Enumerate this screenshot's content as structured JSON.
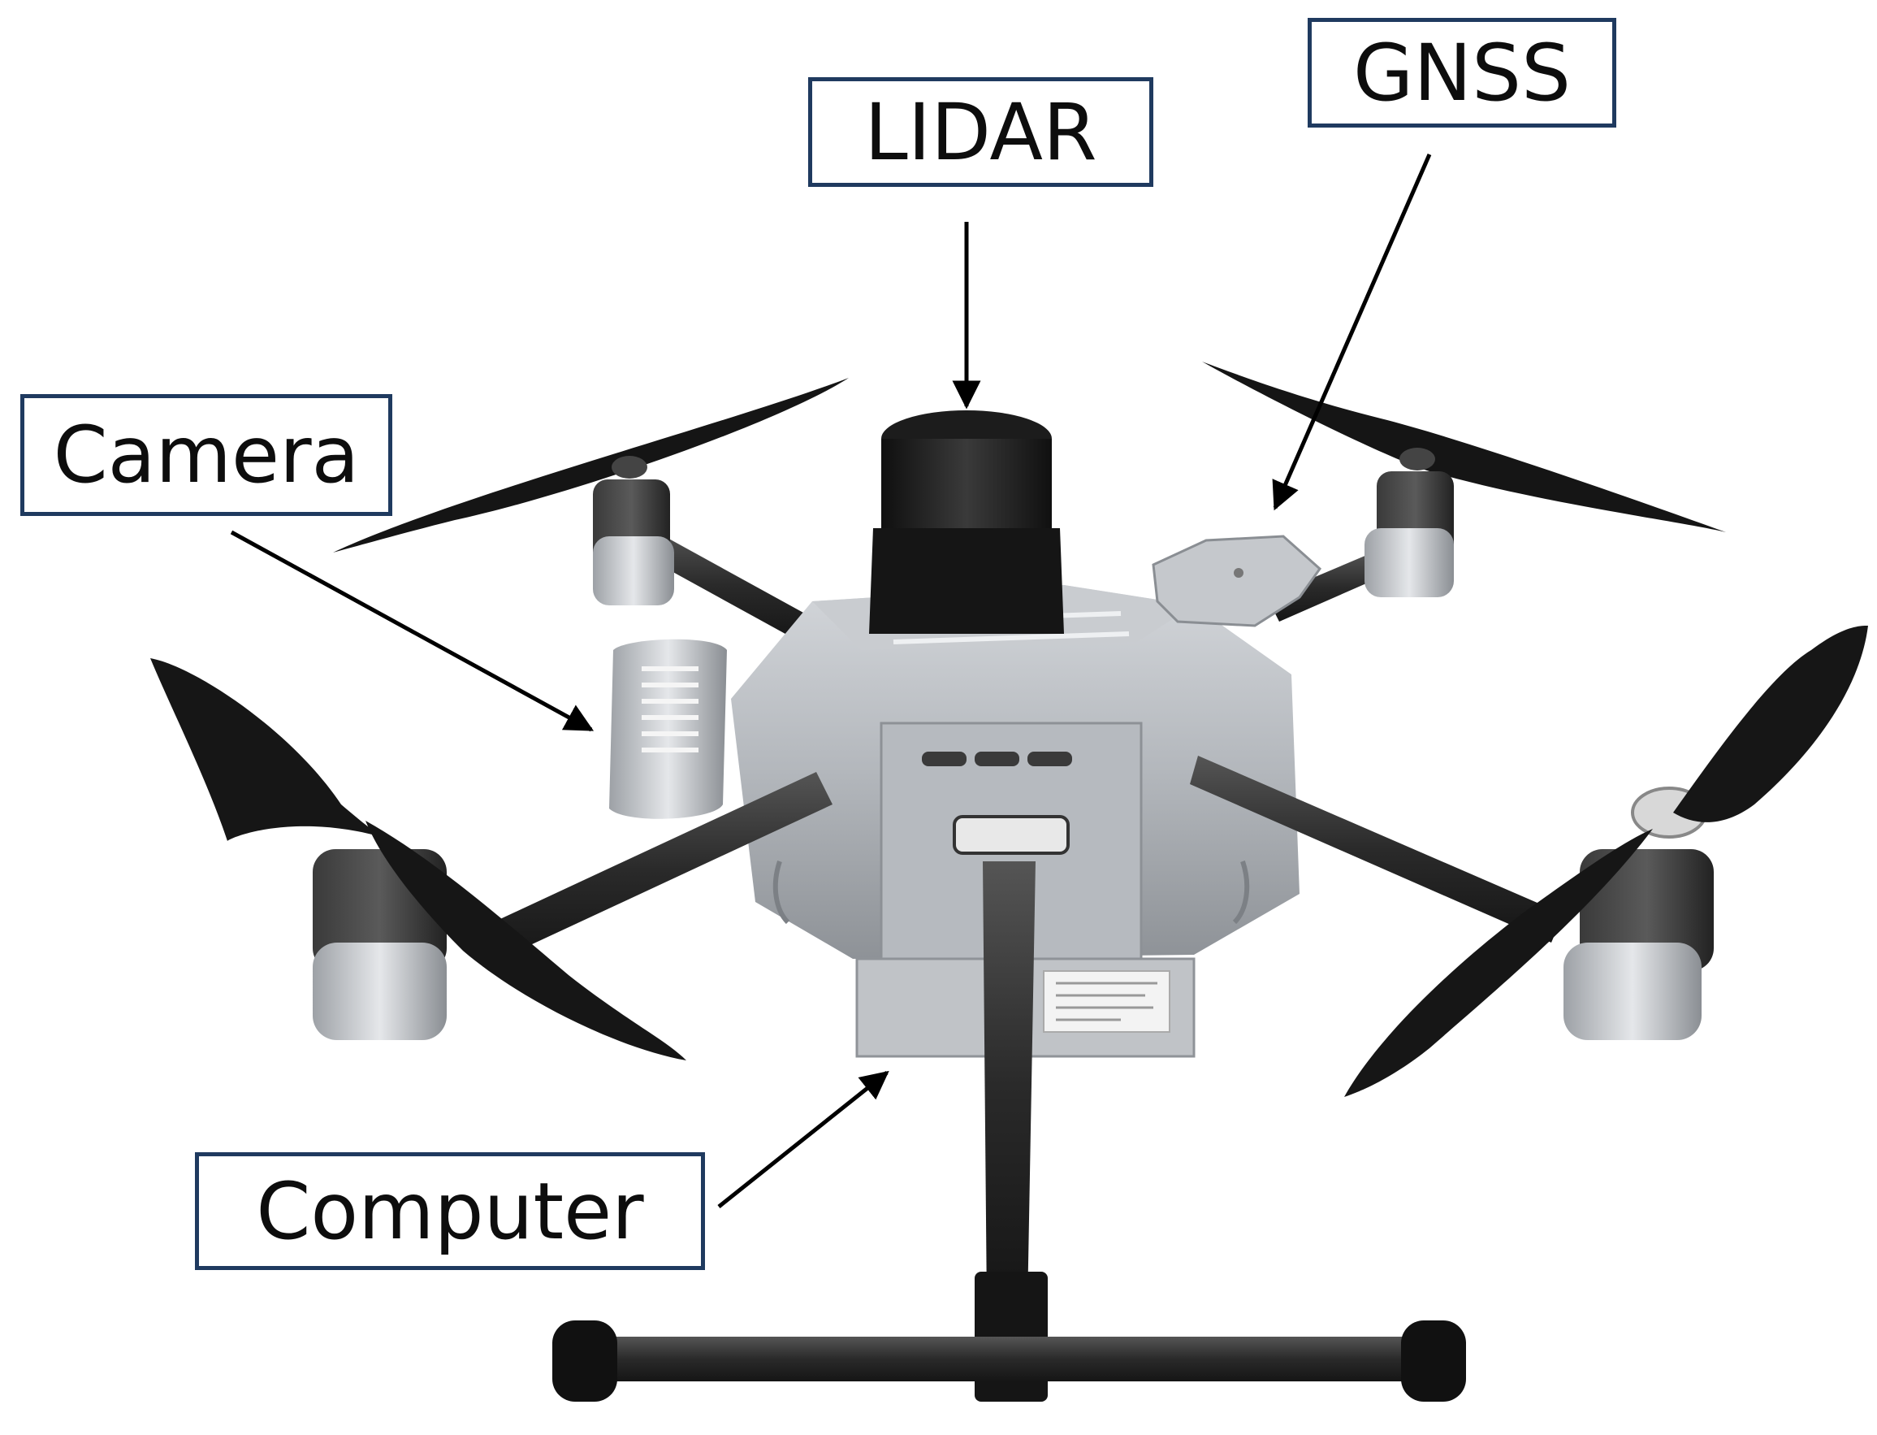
{
  "labels": {
    "lidar": "LIDAR",
    "gnss": "GNSS",
    "camera": "Camera",
    "computer": "Computer"
  },
  "colors": {
    "box_border": "#1f3a5f",
    "arrow": "#000000",
    "drone_body": "#b9bcc0",
    "carbon_arm": "#2b2b2b",
    "propeller": "#1a1a1a"
  }
}
